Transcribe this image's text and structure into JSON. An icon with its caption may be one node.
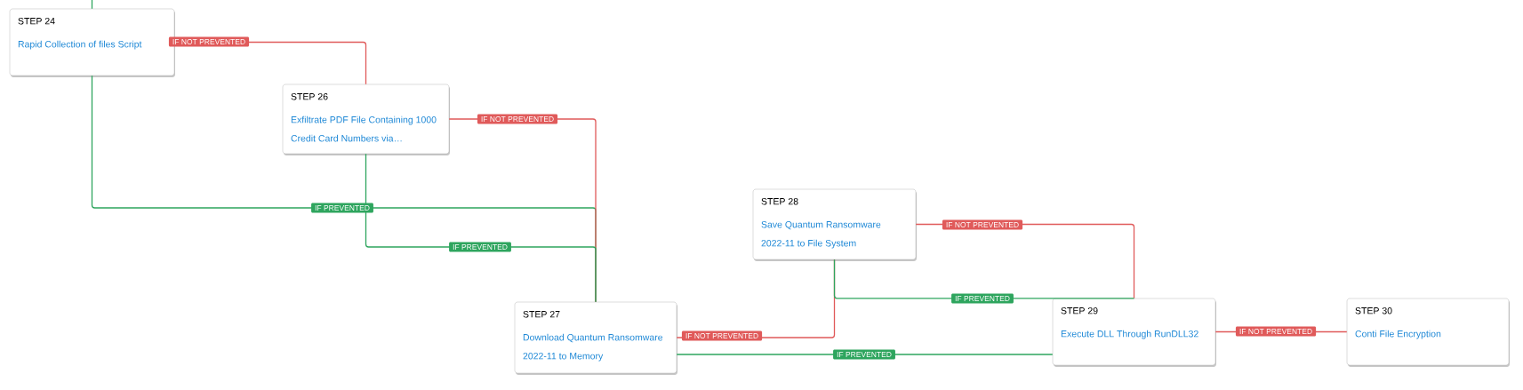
{
  "diagram": {
    "nodes": [
      {
        "text": [
          "STEP 24",
          "Rapid Collection of files Script"
        ]
      },
      {
        "text": [
          "STEP 26",
          "Exfiltrate PDF File Containing 1000 Credit Card Numbers via…"
        ]
      },
      {
        "text": [
          "STEP 27",
          "Download Quantum Ransomware 2022-11 to Memory"
        ]
      },
      {
        "text": [
          "STEP 28",
          "Save Quantum Ransomware 2022-11 to File System"
        ]
      },
      {
        "text": [
          "STEP 29",
          "Execute DLL Through RunDLL32"
        ]
      },
      {
        "text": [
          "STEP 30",
          "Conti File Encryption"
        ]
      }
    ],
    "edges": [
      {
        "from": 0,
        "to": 1,
        "arrow": "none",
        "label": "IF NOT PREVENTED",
        "color": "#e05a5a"
      },
      {
        "from": 0,
        "to": 2,
        "arrow": "none",
        "label": "IF PREVENTED",
        "color": "#2ea55e"
      },
      {
        "from": 1,
        "to": 2,
        "arrow": "none",
        "label": "IF NOT PREVENTED",
        "color": "#e05a5a"
      },
      {
        "from": 1,
        "to": 2,
        "arrow": "none",
        "label": "IF PREVENTED",
        "color": "#2ea55e"
      },
      {
        "from": 2,
        "to": 3,
        "arrow": "none",
        "label": "IF NOT PREVENTED",
        "color": "#e05a5a"
      },
      {
        "from": 2,
        "to": 4,
        "arrow": "none",
        "label": "IF PREVENTED",
        "color": "#2ea55e"
      },
      {
        "from": 3,
        "to": 4,
        "arrow": "none",
        "label": "IF NOT PREVENTED",
        "color": "#e05a5a"
      },
      {
        "from": 3,
        "to": 4,
        "arrow": "none",
        "label": "IF PREVENTED",
        "color": "#2ea55e"
      },
      {
        "from": 4,
        "to": 5,
        "arrow": "none",
        "label": "IF NOT PREVENTED",
        "color": "#e05a5a"
      },
      {
        "from": null,
        "to": 0,
        "arrow": "none",
        "color": "#2ea55e"
      }
    ]
  }
}
